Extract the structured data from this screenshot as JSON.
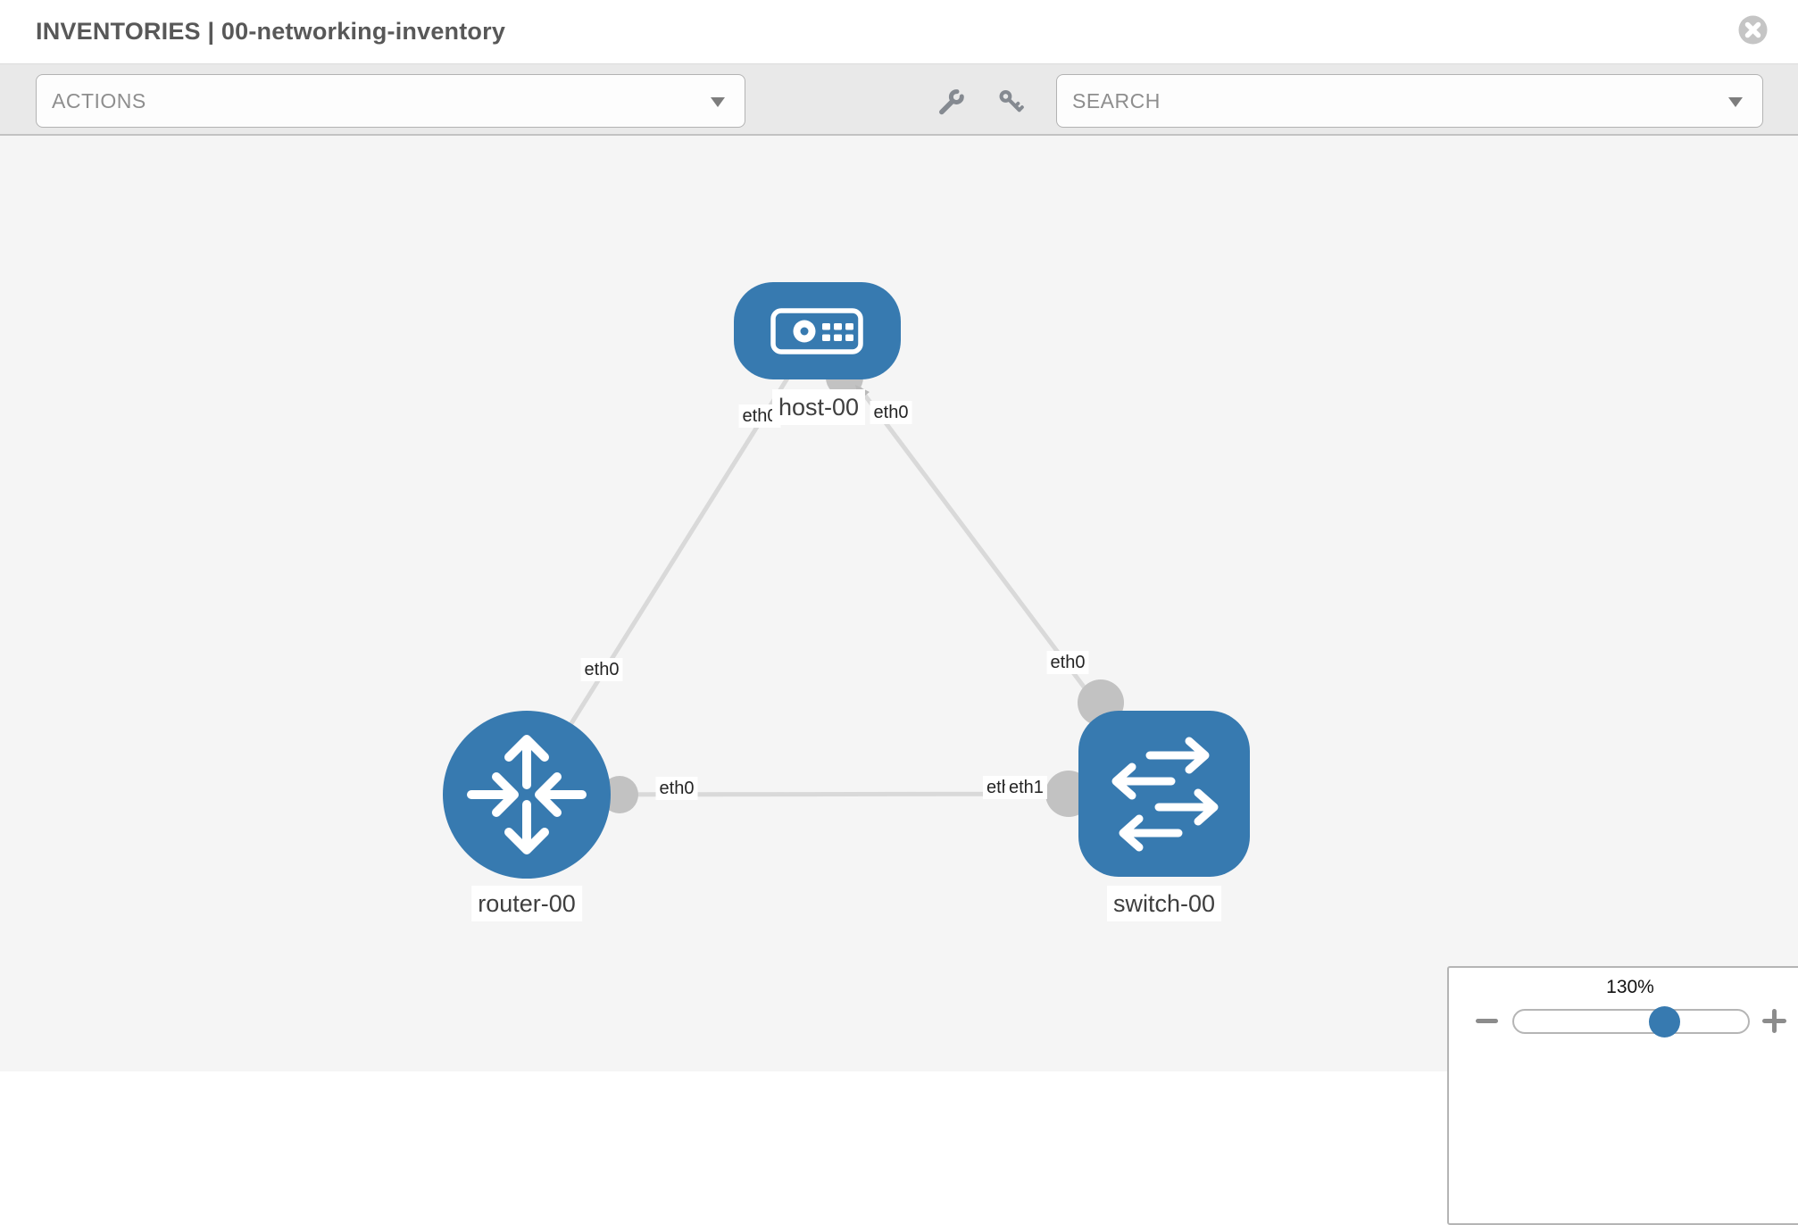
{
  "header": {
    "title": "INVENTORIES | 00-networking-inventory",
    "close_icon": "x-circle"
  },
  "toolbar": {
    "actions_label": "ACTIONS",
    "search_label": "SEARCH",
    "icons": [
      "wrench-icon",
      "key-icon"
    ]
  },
  "canvas": {
    "nodes": [
      {
        "id": "host-00",
        "label": "host-00",
        "type": "host",
        "shape": "rounded-rect",
        "color": "#377ab0"
      },
      {
        "id": "router-00",
        "label": "router-00",
        "type": "router",
        "shape": "circle",
        "color": "#377ab0"
      },
      {
        "id": "switch-00",
        "label": "switch-00",
        "type": "switch",
        "shape": "rounded-square",
        "color": "#377ab0"
      }
    ],
    "links": [
      {
        "from": "host-00",
        "to": "router-00",
        "from_interface": "eth0",
        "to_interface": "eth0"
      },
      {
        "from": "host-00",
        "to": "switch-00",
        "from_interface": "eth0",
        "to_interface": "eth0"
      },
      {
        "from": "router-00",
        "to": "switch-00",
        "from_interface": "eth0",
        "to_interface": "eth1"
      }
    ],
    "interface_labels": {
      "host_end_to_router": "eth0",
      "host_end_to_switch": "eth0",
      "router_end_to_host": "eth0",
      "switch_end_to_host": "eth0",
      "router_end_to_switch": "eth0",
      "switch_end_to_router_back": "eth0",
      "switch_end_to_router_front": "eth1"
    },
    "colors": {
      "node_blue": "#377ab0",
      "link_gray": "#d9d9d9",
      "connector_gray": "#c2c2c2",
      "background": "#f5f5f5"
    }
  },
  "zoom_control": {
    "value": "130%",
    "minus_icon": "minus",
    "plus_icon": "plus"
  }
}
